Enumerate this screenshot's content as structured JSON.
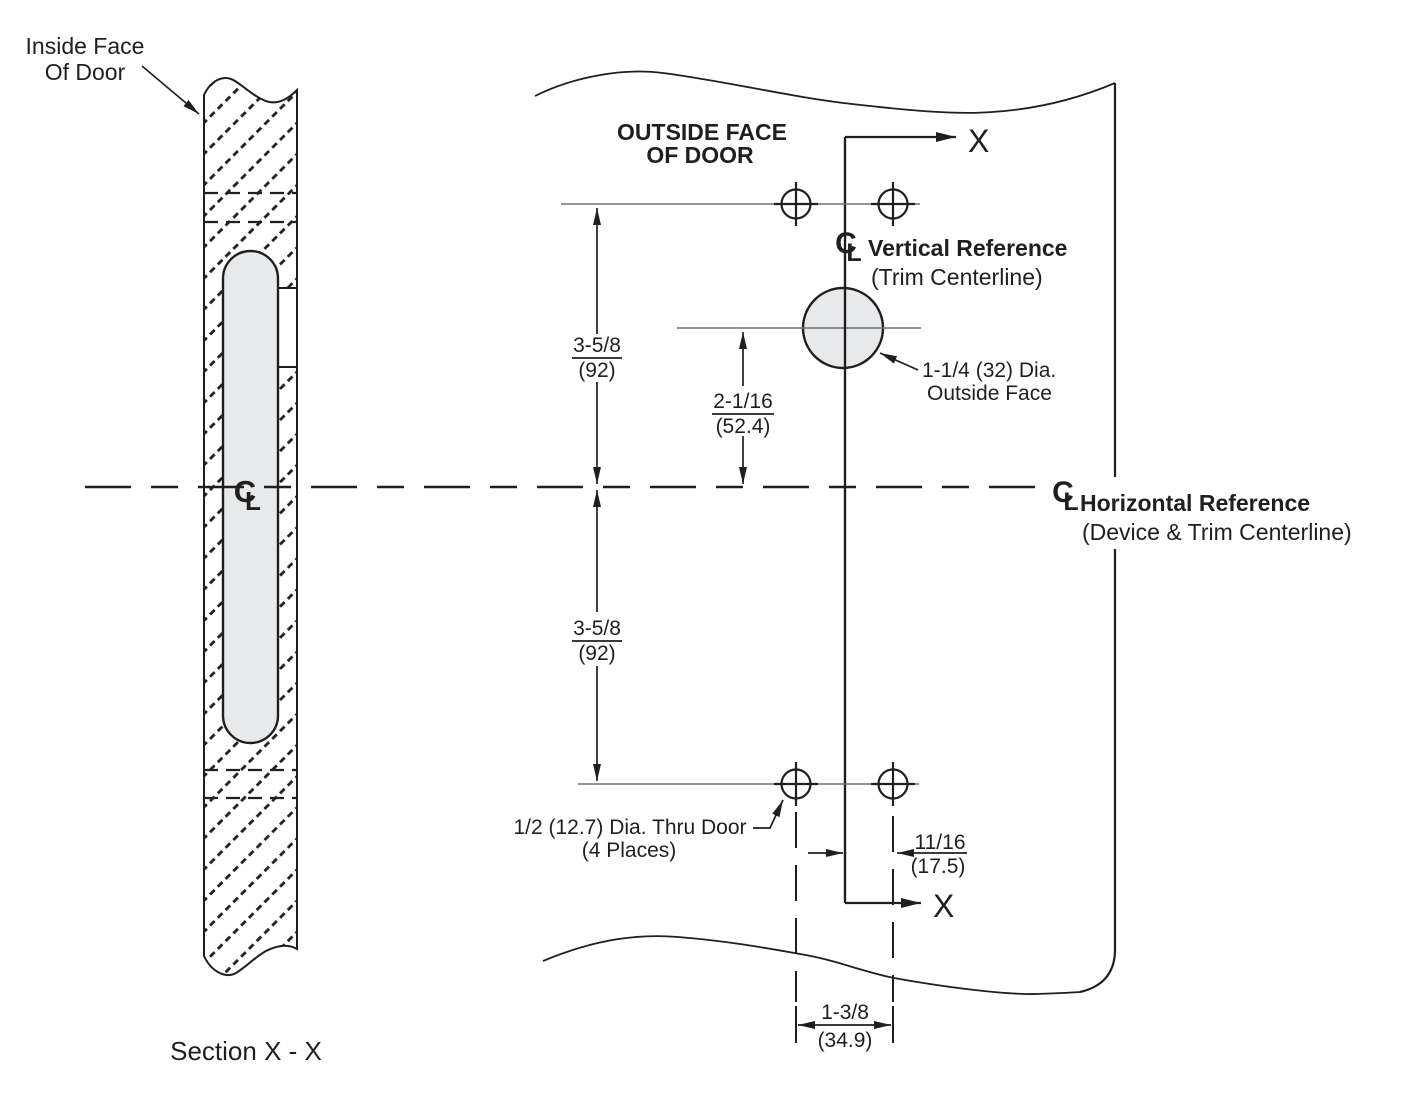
{
  "labels": {
    "inside_face_1": "Inside Face",
    "inside_face_2": "Of Door",
    "outside_face_1": "OUTSIDE FACE",
    "outside_face_2": "OF DOOR",
    "section": "Section X - X",
    "axis_top": "X",
    "axis_bottom": "X",
    "vertical_ref_title": "Vertical Reference",
    "vertical_ref_sub": "(Trim Centerline)",
    "horizontal_ref_title": "Horizontal Reference",
    "horizontal_ref_sub": "(Device & Trim Centerline)"
  },
  "notes": {
    "cylinder_1": "1-1/4 (32) Dia.",
    "cylinder_2": "Outside Face",
    "holes_1": "1/2 (12.7) Dia. Thru Door",
    "holes_2": "(4 Places)"
  },
  "dimensions": {
    "upper_vertical": {
      "fraction": "3-5/8",
      "metric": "(92)"
    },
    "lower_vertical": {
      "fraction": "3-5/8",
      "metric": "(92)"
    },
    "cylinder_offset": {
      "fraction": "2-1/16",
      "metric": "(52.4)"
    },
    "horizontal_offset": {
      "fraction": "11/16",
      "metric": "(17.5)"
    },
    "hole_spacing": {
      "fraction": "1-3/8",
      "metric": "(34.9)"
    }
  },
  "glyphs": {
    "centerline_c": "C",
    "centerline_l": "L"
  },
  "colors": {
    "line": "#1f1f1f",
    "thin_line": "#6f7072",
    "gray_fill": "#e8e9ea",
    "background": "#ffffff"
  }
}
